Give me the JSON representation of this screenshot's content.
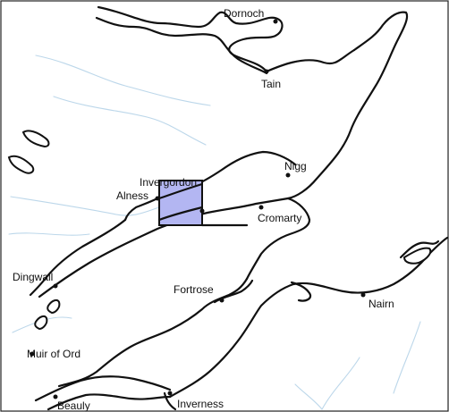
{
  "map": {
    "highlight_color": "#b3b6f2",
    "places": [
      {
        "id": "dornoch",
        "label": "Dornoch"
      },
      {
        "id": "tain",
        "label": "Tain"
      },
      {
        "id": "nigg",
        "label": "Nigg"
      },
      {
        "id": "invergordon",
        "label": "Invergordon"
      },
      {
        "id": "alness",
        "label": "Alness"
      },
      {
        "id": "cromarty",
        "label": "Cromarty"
      },
      {
        "id": "dingwall",
        "label": "Dingwall"
      },
      {
        "id": "fortrose",
        "label": "Fortrose"
      },
      {
        "id": "nairn",
        "label": "Nairn"
      },
      {
        "id": "muir-of-ord",
        "label": "Muir of Ord"
      },
      {
        "id": "inverness",
        "label": "Inverness"
      },
      {
        "id": "beauly",
        "label": "Beauly"
      }
    ]
  }
}
